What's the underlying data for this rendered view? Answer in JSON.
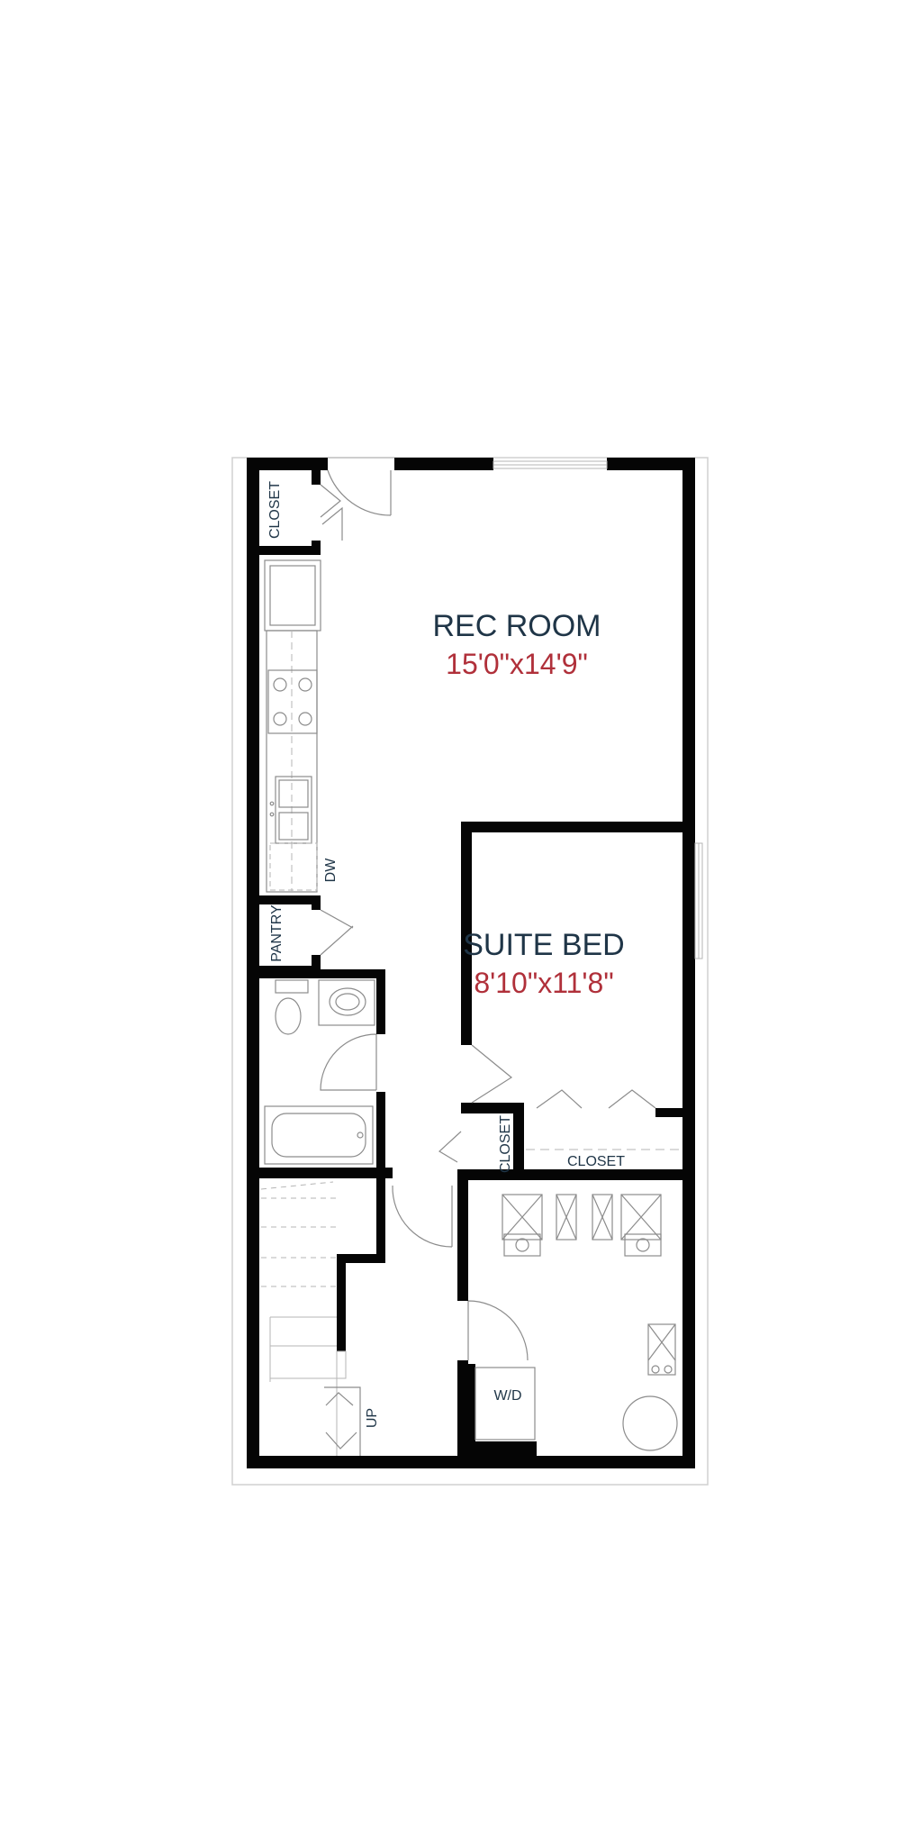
{
  "rooms": {
    "rec_room": {
      "name": "REC ROOM",
      "dimensions": "15'0\"x14'9\""
    },
    "suite_bed": {
      "name": "SUITE BED",
      "dimensions": "8'10\"x11'8\""
    }
  },
  "labels": {
    "closet_top_left": "CLOSET",
    "pantry": "PANTRY",
    "dishwasher": "DW",
    "closet_bed_small": "CLOSET",
    "closet_bed": "CLOSET",
    "washer_dryer": "W/D",
    "stairs_up": "UP"
  },
  "colors": {
    "wall": "#050505",
    "room_name": "#1f3547",
    "room_dimension": "#b0303a"
  }
}
